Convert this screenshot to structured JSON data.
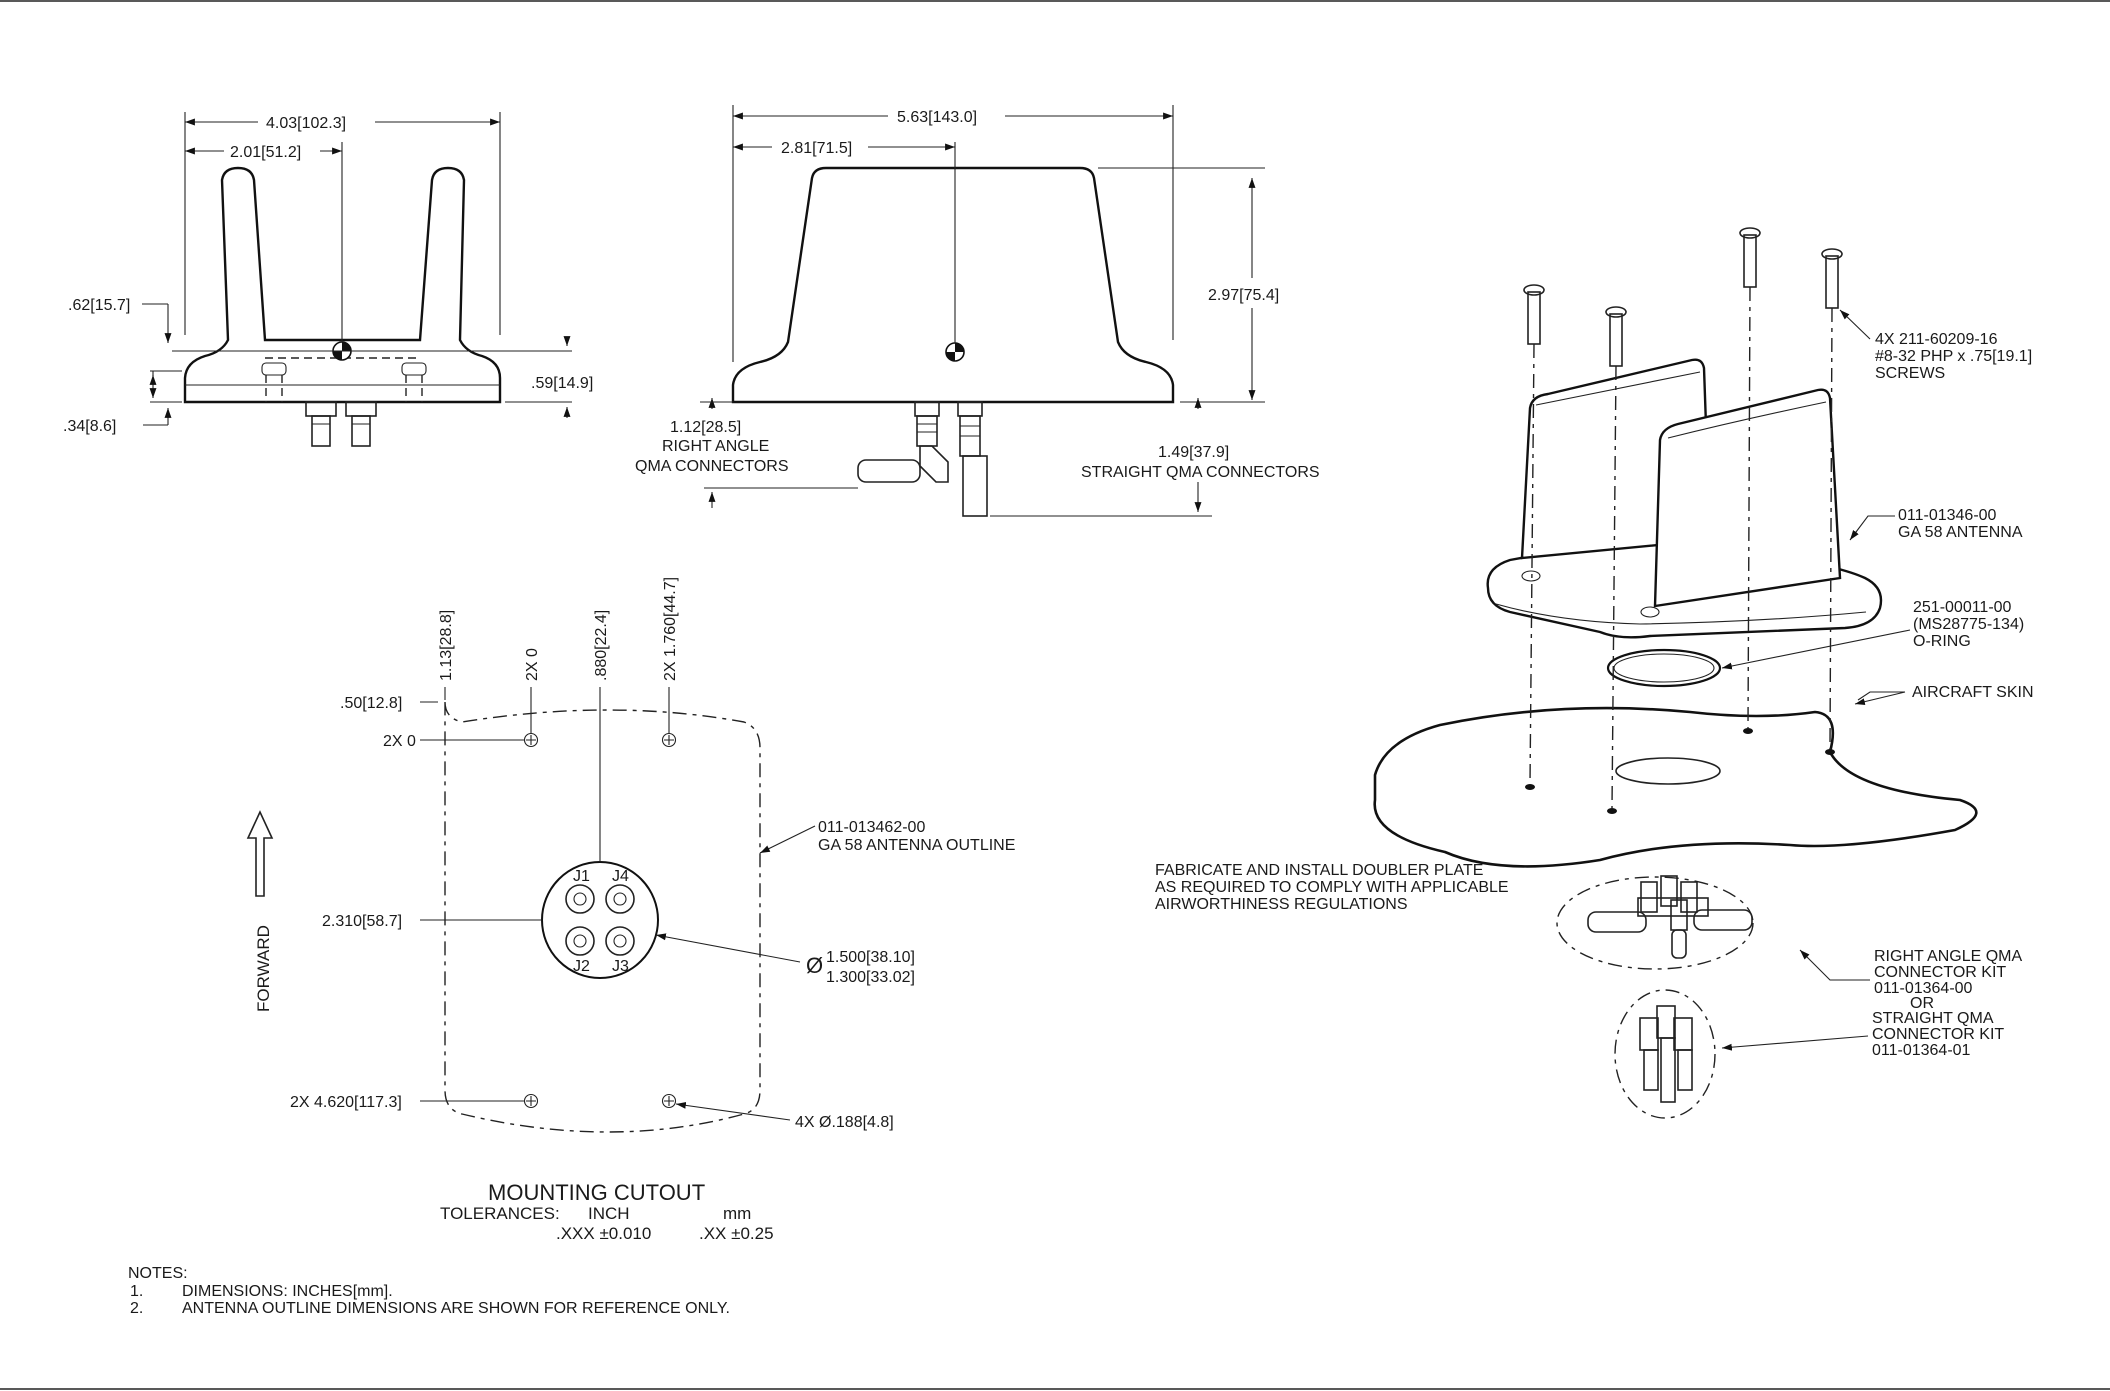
{
  "side_view": {
    "overall_width": "4.03[102.3]",
    "half_width": "2.01[51.2]",
    "cg_height": ".62[15.7]",
    "flange_height": ".59[14.9]",
    "base_height": ".34[8.6]"
  },
  "front_view": {
    "overall_width": "5.63[143.0]",
    "cg_offset": "2.81[71.5]",
    "height": "2.97[75.4]",
    "right_angle_dim": "1.12[28.5]",
    "right_angle_line1": "RIGHT ANGLE",
    "right_angle_line2": "QMA CONNECTORS",
    "straight_dim": "1.49[37.9]",
    "straight_label": "STRAIGHT QMA CONNECTORS"
  },
  "cutout": {
    "dim_x_1": "1.13[28.8]",
    "dim_x_2": "2X 0",
    "dim_x_3": ".880[22.4]",
    "dim_x_4": "2X 1.760[44.7]",
    "dim_y_1": ".50[12.8]",
    "dim_y_2": "2X 0",
    "dim_y_3": "2.310[58.7]",
    "dim_y_4": "2X 4.620[117.3]",
    "forward": "FORWARD",
    "outline_pn": "011-013462-00",
    "outline_desc": "GA 58 ANTENNA OUTLINE",
    "dia_symbol": "Ø",
    "dia_1": "1.500[38.10]",
    "dia_2": "1.300[33.02]",
    "holes": "4X Ø.188[4.8]",
    "jacks": [
      "J1",
      "J4",
      "J2",
      "J3"
    ],
    "title": "MOUNTING CUTOUT",
    "tol_label": "TOLERANCES:",
    "tol_inch_head": "INCH",
    "tol_mm_head": "mm",
    "tol_inch": ".XXX ±0.010",
    "tol_mm": ".XX ±0.25"
  },
  "notes": {
    "heading": "NOTES:",
    "items": [
      {
        "num": "1.",
        "text": "DIMENSIONS: INCHES[mm]."
      },
      {
        "num": "2.",
        "text": "ANTENNA OUTLINE DIMENSIONS ARE SHOWN FOR REFERENCE ONLY."
      }
    ]
  },
  "iso_view": {
    "screws_1": "4X 211-60209-16",
    "screws_2": "#8-32 PHP x .75[19.1]",
    "screws_3": "SCREWS",
    "antenna_1": "011-01346-00",
    "antenna_2": "GA 58 ANTENNA",
    "oring_1": "251-00011-00",
    "oring_2": "(MS28775-134)",
    "oring_3": "O-RING",
    "skin": "AIRCRAFT SKIN",
    "doubler_1": "FABRICATE AND INSTALL DOUBLER PLATE",
    "doubler_2": "AS REQUIRED TO COMPLY WITH APPLICABLE",
    "doubler_3": "AIRWORTHINESS REGULATIONS",
    "kit_1": "RIGHT ANGLE QMA",
    "kit_2": "CONNECTOR KIT",
    "kit_3": "011-01364-00",
    "kit_or": "OR",
    "kit_4": "STRAIGHT QMA",
    "kit_5": "CONNECTOR KIT",
    "kit_6": "011-01364-01"
  }
}
